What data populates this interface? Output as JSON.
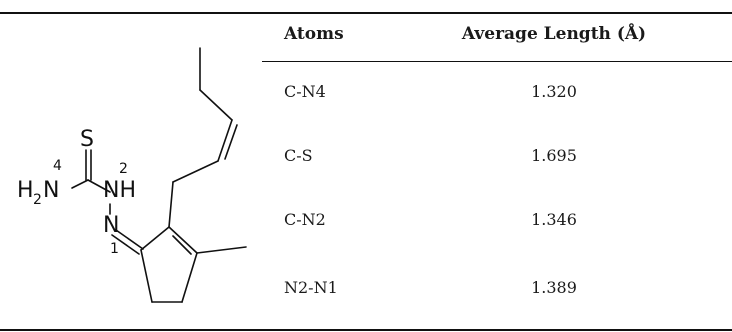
{
  "table": {
    "headers": {
      "atoms": "Atoms",
      "length": "Average Length (Å)"
    },
    "rows": [
      {
        "atoms": "C-N4",
        "length": "1.320"
      },
      {
        "atoms": "C-S",
        "length": "1.695"
      },
      {
        "atoms": "C-N2",
        "length": "1.346"
      },
      {
        "atoms": "N2-N1",
        "length": "1.389"
      }
    ]
  },
  "structure": {
    "labels": {
      "sulfur": "S",
      "amine_h": "H",
      "amine_sub": "2",
      "amine_n": "N",
      "nh": "NH",
      "imine_n": "N",
      "locant_4": "4",
      "locant_2": "2",
      "locant_1": "1"
    }
  }
}
